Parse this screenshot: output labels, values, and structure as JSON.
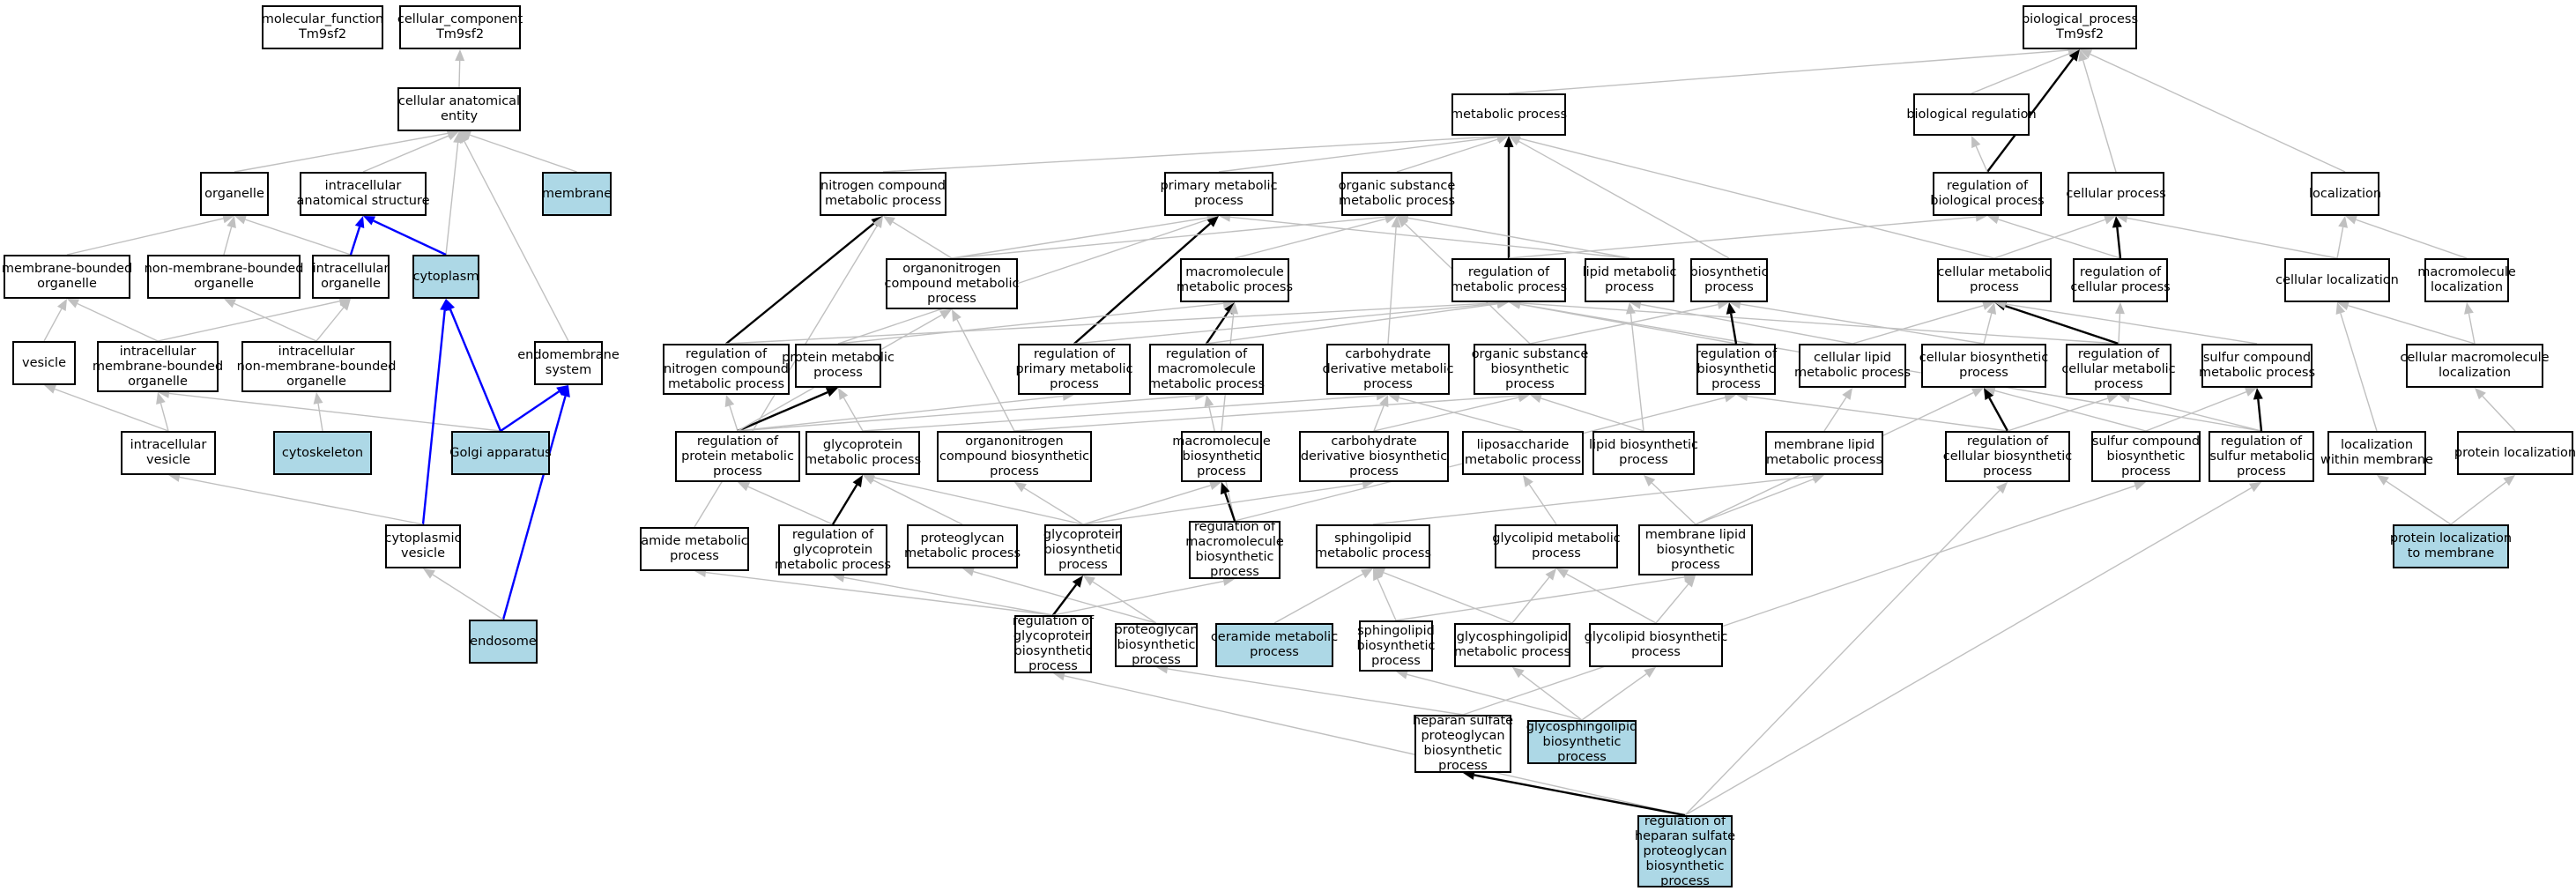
{
  "colors": {
    "highlight": "#add8e6",
    "grey_edge": "#c0c0c0",
    "black_edge": "#000000",
    "blue_edge": "#0000ff"
  },
  "nodes": [
    {
      "id": "mf",
      "lines": [
        "molecular_function",
        "Tm9sf2"
      ],
      "hl": false
    },
    {
      "id": "cc",
      "lines": [
        "cellular_component",
        "Tm9sf2"
      ],
      "hl": false
    },
    {
      "id": "cae",
      "lines": [
        "cellular anatomical",
        "entity"
      ],
      "hl": false
    },
    {
      "id": "organelle",
      "lines": [
        "organelle"
      ],
      "hl": false
    },
    {
      "id": "ias",
      "lines": [
        "intracellular",
        "anatomical structure"
      ],
      "hl": false
    },
    {
      "id": "membrane",
      "lines": [
        "membrane"
      ],
      "hl": true
    },
    {
      "id": "mbo",
      "lines": [
        "membrane-bounded",
        "organelle"
      ],
      "hl": false
    },
    {
      "id": "nmbo",
      "lines": [
        "non-membrane-bounded",
        "organelle"
      ],
      "hl": false
    },
    {
      "id": "io",
      "lines": [
        "intracellular",
        "organelle"
      ],
      "hl": false
    },
    {
      "id": "cytoplasm",
      "lines": [
        "cytoplasm"
      ],
      "hl": true
    },
    {
      "id": "vesicle",
      "lines": [
        "vesicle"
      ],
      "hl": false
    },
    {
      "id": "imbo",
      "lines": [
        "intracellular",
        "membrane-bounded",
        "organelle"
      ],
      "hl": false
    },
    {
      "id": "inmbo",
      "lines": [
        "intracellular",
        "non-membrane-bounded",
        "organelle"
      ],
      "hl": false
    },
    {
      "id": "endomem",
      "lines": [
        "endomembrane",
        "system"
      ],
      "hl": false
    },
    {
      "id": "iv",
      "lines": [
        "intracellular",
        "vesicle"
      ],
      "hl": false
    },
    {
      "id": "cytoskeleton",
      "lines": [
        "cytoskeleton"
      ],
      "hl": true
    },
    {
      "id": "golgi",
      "lines": [
        "Golgi apparatus"
      ],
      "hl": true
    },
    {
      "id": "cv",
      "lines": [
        "cytoplasmic",
        "vesicle"
      ],
      "hl": false
    },
    {
      "id": "endosome",
      "lines": [
        "endosome"
      ],
      "hl": true
    },
    {
      "id": "bp",
      "lines": [
        "biological_process",
        "Tm9sf2"
      ],
      "hl": false
    },
    {
      "id": "metab",
      "lines": [
        "metabolic process"
      ],
      "hl": false
    },
    {
      "id": "bioreg",
      "lines": [
        "biological regulation"
      ],
      "hl": false
    },
    {
      "id": "ncmp",
      "lines": [
        "nitrogen compound",
        "metabolic process"
      ],
      "hl": false
    },
    {
      "id": "pmp",
      "lines": [
        "primary metabolic",
        "process"
      ],
      "hl": false
    },
    {
      "id": "osmp",
      "lines": [
        "organic substance",
        "metabolic process"
      ],
      "hl": false
    },
    {
      "id": "rbp",
      "lines": [
        "regulation of",
        "biological process"
      ],
      "hl": false
    },
    {
      "id": "cp",
      "lines": [
        "cellular process"
      ],
      "hl": false
    },
    {
      "id": "loc",
      "lines": [
        "localization"
      ],
      "hl": false
    },
    {
      "id": "oncmp",
      "lines": [
        "organonitrogen",
        "compound metabolic",
        "process"
      ],
      "hl": false
    },
    {
      "id": "mmp",
      "lines": [
        "macromolecule",
        "metabolic process"
      ],
      "hl": false
    },
    {
      "id": "rmp",
      "lines": [
        "regulation of",
        "metabolic process"
      ],
      "hl": false
    },
    {
      "id": "lmp",
      "lines": [
        "lipid metabolic",
        "process"
      ],
      "hl": false
    },
    {
      "id": "biosyn",
      "lines": [
        "biosynthetic",
        "process"
      ],
      "hl": false
    },
    {
      "id": "cmp",
      "lines": [
        "cellular metabolic",
        "process"
      ],
      "hl": false
    },
    {
      "id": "rcp",
      "lines": [
        "regulation of",
        "cellular process"
      ],
      "hl": false
    },
    {
      "id": "cl",
      "lines": [
        "cellular localization"
      ],
      "hl": false
    },
    {
      "id": "ml",
      "lines": [
        "macromolecule",
        "localization"
      ],
      "hl": false
    },
    {
      "id": "rncmp",
      "lines": [
        "regulation of",
        "nitrogen compound",
        "metabolic process"
      ],
      "hl": false
    },
    {
      "id": "protmp",
      "lines": [
        "protein metabolic",
        "process"
      ],
      "hl": false
    },
    {
      "id": "rpmp",
      "lines": [
        "regulation of",
        "primary metabolic",
        "process"
      ],
      "hl": false
    },
    {
      "id": "rmmp",
      "lines": [
        "regulation of",
        "macromolecule",
        "metabolic process"
      ],
      "hl": false
    },
    {
      "id": "cdmp",
      "lines": [
        "carbohydrate",
        "derivative metabolic",
        "process"
      ],
      "hl": false
    },
    {
      "id": "osbp",
      "lines": [
        "organic substance",
        "biosynthetic",
        "process"
      ],
      "hl": false
    },
    {
      "id": "rbsp",
      "lines": [
        "regulation of",
        "biosynthetic",
        "process"
      ],
      "hl": false
    },
    {
      "id": "clmp",
      "lines": [
        "cellular lipid",
        "metabolic process"
      ],
      "hl": false
    },
    {
      "id": "cbp",
      "lines": [
        "cellular biosynthetic",
        "process"
      ],
      "hl": false
    },
    {
      "id": "rcmp",
      "lines": [
        "regulation of",
        "cellular metabolic",
        "process"
      ],
      "hl": false
    },
    {
      "id": "scmp",
      "lines": [
        "sulfur compound",
        "metabolic process"
      ],
      "hl": false
    },
    {
      "id": "cml",
      "lines": [
        "cellular macromolecule",
        "localization"
      ],
      "hl": false
    },
    {
      "id": "rprotmp",
      "lines": [
        "regulation of",
        "protein metabolic",
        "process"
      ],
      "hl": false
    },
    {
      "id": "gpmp",
      "lines": [
        "glycoprotein",
        "metabolic process"
      ],
      "hl": false
    },
    {
      "id": "oncbp",
      "lines": [
        "organonitrogen",
        "compound biosynthetic",
        "process"
      ],
      "hl": false
    },
    {
      "id": "mbsp",
      "lines": [
        "macromolecule",
        "biosynthetic",
        "process"
      ],
      "hl": false
    },
    {
      "id": "cdbp",
      "lines": [
        "carbohydrate",
        "derivative biosynthetic",
        "process"
      ],
      "hl": false
    },
    {
      "id": "lpsmp",
      "lines": [
        "liposaccharide",
        "metabolic process"
      ],
      "hl": false
    },
    {
      "id": "lbp",
      "lines": [
        "lipid biosynthetic",
        "process"
      ],
      "hl": false
    },
    {
      "id": "mlmp",
      "lines": [
        "membrane lipid",
        "metabolic process"
      ],
      "hl": false
    },
    {
      "id": "rcbp",
      "lines": [
        "regulation of",
        "cellular biosynthetic",
        "process"
      ],
      "hl": false
    },
    {
      "id": "scbp",
      "lines": [
        "sulfur compound",
        "biosynthetic",
        "process"
      ],
      "hl": false
    },
    {
      "id": "rsmp",
      "lines": [
        "regulation of",
        "sulfur metabolic",
        "process"
      ],
      "hl": false
    },
    {
      "id": "lwm",
      "lines": [
        "localization",
        "within membrane"
      ],
      "hl": false
    },
    {
      "id": "pl",
      "lines": [
        "protein localization"
      ],
      "hl": false
    },
    {
      "id": "amp",
      "lines": [
        "amide metabolic",
        "process"
      ],
      "hl": false
    },
    {
      "id": "rgmp",
      "lines": [
        "regulation of",
        "glycoprotein",
        "metabolic process"
      ],
      "hl": false
    },
    {
      "id": "pgmp",
      "lines": [
        "proteoglycan",
        "metabolic process"
      ],
      "hl": false
    },
    {
      "id": "gpbp",
      "lines": [
        "glycoprotein",
        "biosynthetic",
        "process"
      ],
      "hl": false
    },
    {
      "id": "rmbp",
      "lines": [
        "regulation of",
        "macromolecule",
        "biosynthetic",
        "process"
      ],
      "hl": false
    },
    {
      "id": "sphmp",
      "lines": [
        "sphingolipid",
        "metabolic process"
      ],
      "hl": false
    },
    {
      "id": "glmp",
      "lines": [
        "glycolipid metabolic",
        "process"
      ],
      "hl": false
    },
    {
      "id": "mlbp",
      "lines": [
        "membrane lipid",
        "biosynthetic",
        "process"
      ],
      "hl": false
    },
    {
      "id": "pltm",
      "lines": [
        "protein localization",
        "to membrane"
      ],
      "hl": true
    },
    {
      "id": "rgbp",
      "lines": [
        "regulation of",
        "glycoprotein",
        "biosynthetic",
        "process"
      ],
      "hl": false
    },
    {
      "id": "pgbp",
      "lines": [
        "proteoglycan",
        "biosynthetic",
        "process"
      ],
      "hl": false
    },
    {
      "id": "cermp",
      "lines": [
        "ceramide metabolic",
        "process"
      ],
      "hl": true
    },
    {
      "id": "sphbp",
      "lines": [
        "sphingolipid",
        "biosynthetic",
        "process"
      ],
      "hl": false
    },
    {
      "id": "gsmp",
      "lines": [
        "glycosphingolipid",
        "metabolic process"
      ],
      "hl": false
    },
    {
      "id": "glbp",
      "lines": [
        "glycolipid biosynthetic",
        "process"
      ],
      "hl": false
    },
    {
      "id": "hspgbp",
      "lines": [
        "heparan sulfate",
        "proteoglycan",
        "biosynthetic",
        "process"
      ],
      "hl": false
    },
    {
      "id": "gsbp",
      "lines": [
        "glycosphingolipid",
        "biosynthetic",
        "process"
      ],
      "hl": true
    },
    {
      "id": "rhspgbp",
      "lines": [
        "regulation of",
        "heparan sulfate",
        "proteoglycan",
        "biosynthetic",
        "process"
      ],
      "hl": true
    }
  ],
  "edges": [
    [
      "cc",
      "cae",
      "g"
    ],
    [
      "cae",
      "organelle",
      "g"
    ],
    [
      "cae",
      "ias",
      "g"
    ],
    [
      "cae",
      "membrane",
      "g"
    ],
    [
      "cae",
      "cytoplasm",
      "g"
    ],
    [
      "cae",
      "endomem",
      "g"
    ],
    [
      "organelle",
      "mbo",
      "g"
    ],
    [
      "organelle",
      "nmbo",
      "g"
    ],
    [
      "organelle",
      "io",
      "g"
    ],
    [
      "ias",
      "io",
      "b"
    ],
    [
      "ias",
      "cytoplasm",
      "b"
    ],
    [
      "mbo",
      "vesicle",
      "g"
    ],
    [
      "mbo",
      "imbo",
      "g"
    ],
    [
      "io",
      "imbo",
      "g"
    ],
    [
      "io",
      "inmbo",
      "g"
    ],
    [
      "nmbo",
      "inmbo",
      "g"
    ],
    [
      "vesicle",
      "iv",
      "g"
    ],
    [
      "imbo",
      "iv",
      "g"
    ],
    [
      "imbo",
      "golgi",
      "g"
    ],
    [
      "inmbo",
      "cytoskeleton",
      "g"
    ],
    [
      "cytoplasm",
      "golgi",
      "b"
    ],
    [
      "cytoplasm",
      "cv",
      "b"
    ],
    [
      "endomem",
      "golgi",
      "b"
    ],
    [
      "endomem",
      "endosome",
      "b"
    ],
    [
      "iv",
      "cv",
      "g"
    ],
    [
      "cv",
      "endosome",
      "g"
    ],
    [
      "bp",
      "metab",
      "g"
    ],
    [
      "bp",
      "bioreg",
      "g"
    ],
    [
      "bp",
      "rbp",
      "k"
    ],
    [
      "bp",
      "cp",
      "g"
    ],
    [
      "bp",
      "loc",
      "g"
    ],
    [
      "bioreg",
      "rbp",
      "g"
    ],
    [
      "metab",
      "ncmp",
      "g"
    ],
    [
      "metab",
      "pmp",
      "g"
    ],
    [
      "metab",
      "osmp",
      "g"
    ],
    [
      "metab",
      "rmp",
      "k"
    ],
    [
      "metab",
      "biosyn",
      "g"
    ],
    [
      "metab",
      "cmp",
      "g"
    ],
    [
      "rbp",
      "rmp",
      "g"
    ],
    [
      "rbp",
      "rcp",
      "g"
    ],
    [
      "cp",
      "rcp",
      "k"
    ],
    [
      "cp",
      "cmp",
      "g"
    ],
    [
      "cp",
      "cl",
      "g"
    ],
    [
      "loc",
      "cl",
      "g"
    ],
    [
      "loc",
      "ml",
      "g"
    ],
    [
      "ml",
      "cml",
      "g"
    ],
    [
      "cl",
      "cml",
      "g"
    ],
    [
      "cl",
      "lwm",
      "g"
    ],
    [
      "ncmp",
      "oncmp",
      "g"
    ],
    [
      "ncmp",
      "rncmp",
      "k"
    ],
    [
      "ncmp",
      "amp",
      "g"
    ],
    [
      "pmp",
      "oncmp",
      "g"
    ],
    [
      "pmp",
      "protmp",
      "g"
    ],
    [
      "pmp",
      "rpmp",
      "k"
    ],
    [
      "pmp",
      "lmp",
      "g"
    ],
    [
      "osmp",
      "oncmp",
      "g"
    ],
    [
      "osmp",
      "mmp",
      "g"
    ],
    [
      "osmp",
      "cdmp",
      "g"
    ],
    [
      "osmp",
      "osbp",
      "g"
    ],
    [
      "osmp",
      "lmp",
      "g"
    ],
    [
      "mmp",
      "protmp",
      "g"
    ],
    [
      "mmp",
      "rmmp",
      "k"
    ],
    [
      "mmp",
      "mbsp",
      "g"
    ],
    [
      "rmp",
      "rncmp",
      "g"
    ],
    [
      "rmp",
      "rpmp",
      "g"
    ],
    [
      "rmp",
      "rmmp",
      "g"
    ],
    [
      "rmp",
      "rbsp",
      "g"
    ],
    [
      "rmp",
      "rcmp",
      "g"
    ],
    [
      "rmp",
      "rsmp",
      "g"
    ],
    [
      "lmp",
      "clmp",
      "g"
    ],
    [
      "lmp",
      "lbp",
      "g"
    ],
    [
      "biosyn",
      "rbsp",
      "k"
    ],
    [
      "biosyn",
      "cbp",
      "g"
    ],
    [
      "biosyn",
      "osbp",
      "g"
    ],
    [
      "cmp",
      "clmp",
      "g"
    ],
    [
      "cmp",
      "cbp",
      "g"
    ],
    [
      "cmp",
      "rcmp",
      "k"
    ],
    [
      "cmp",
      "scmp",
      "g"
    ],
    [
      "rcp",
      "rcmp",
      "g"
    ],
    [
      "rncmp",
      "rprotmp",
      "g"
    ],
    [
      "protmp",
      "rprotmp",
      "k"
    ],
    [
      "protmp",
      "gpmp",
      "g"
    ],
    [
      "oncmp",
      "oncbp",
      "g"
    ],
    [
      "oncmp",
      "rprotmp",
      "g"
    ],
    [
      "rpmp",
      "rprotmp",
      "g"
    ],
    [
      "rmmp",
      "rprotmp",
      "g"
    ],
    [
      "rmmp",
      "rmbp",
      "g"
    ],
    [
      "cdmp",
      "gpmp",
      "g"
    ],
    [
      "cdmp",
      "cdbp",
      "g"
    ],
    [
      "cdmp",
      "lpsmp",
      "g"
    ],
    [
      "osbp",
      "oncbp",
      "g"
    ],
    [
      "osbp",
      "cdbp",
      "g"
    ],
    [
      "osbp",
      "lbp",
      "g"
    ],
    [
      "rbsp",
      "rcbp",
      "g"
    ],
    [
      "rbsp",
      "rmbp",
      "g"
    ],
    [
      "clmp",
      "mlmp",
      "g"
    ],
    [
      "cbp",
      "rcbp",
      "k"
    ],
    [
      "cbp",
      "scbp",
      "g"
    ],
    [
      "cbp",
      "mlbp",
      "g"
    ],
    [
      "rcmp",
      "rcbp",
      "g"
    ],
    [
      "rcmp",
      "rsmp",
      "g"
    ],
    [
      "scmp",
      "scbp",
      "g"
    ],
    [
      "scmp",
      "rsmp",
      "k"
    ],
    [
      "cml",
      "pl",
      "g"
    ],
    [
      "rprotmp",
      "rgmp",
      "g"
    ],
    [
      "gpmp",
      "rgmp",
      "k"
    ],
    [
      "gpmp",
      "pgmp",
      "g"
    ],
    [
      "gpmp",
      "gpbp",
      "g"
    ],
    [
      "oncbp",
      "gpbp",
      "g"
    ],
    [
      "mbsp",
      "gpbp",
      "g"
    ],
    [
      "mbsp",
      "rmbp",
      "k"
    ],
    [
      "cdbp",
      "gpbp",
      "g"
    ],
    [
      "lpsmp",
      "glmp",
      "g"
    ],
    [
      "lbp",
      "mlbp",
      "g"
    ],
    [
      "mlmp",
      "sphmp",
      "g"
    ],
    [
      "mlmp",
      "mlbp",
      "g"
    ],
    [
      "rcbp",
      "rhspgbp",
      "g"
    ],
    [
      "scbp",
      "hspgbp",
      "g"
    ],
    [
      "rsmp",
      "rhspgbp",
      "g"
    ],
    [
      "lwm",
      "pltm",
      "g"
    ],
    [
      "pl",
      "pltm",
      "g"
    ],
    [
      "amp",
      "rgbp",
      "g"
    ],
    [
      "rgmp",
      "rgbp",
      "g"
    ],
    [
      "pgmp",
      "pgbp",
      "g"
    ],
    [
      "gpbp",
      "rgbp",
      "k"
    ],
    [
      "gpbp",
      "pgbp",
      "g"
    ],
    [
      "rmbp",
      "rgbp",
      "g"
    ],
    [
      "sphmp",
      "cermp",
      "g"
    ],
    [
      "sphmp",
      "sphbp",
      "g"
    ],
    [
      "sphmp",
      "gsmp",
      "g"
    ],
    [
      "glmp",
      "gsmp",
      "g"
    ],
    [
      "glmp",
      "glbp",
      "g"
    ],
    [
      "mlbp",
      "sphbp",
      "g"
    ],
    [
      "mlbp",
      "glbp",
      "g"
    ],
    [
      "rgbp",
      "rhspgbp",
      "g"
    ],
    [
      "pgbp",
      "hspgbp",
      "g"
    ],
    [
      "gsmp",
      "gsbp",
      "g"
    ],
    [
      "sphbp",
      "gsbp",
      "g"
    ],
    [
      "glbp",
      "gsbp",
      "g"
    ],
    [
      "hspgbp",
      "rhspgbp",
      "k"
    ]
  ]
}
